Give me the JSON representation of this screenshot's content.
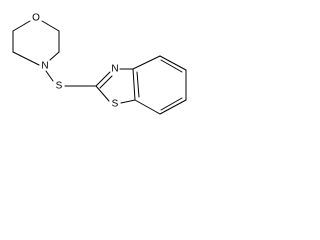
{
  "structure": {
    "atoms": {
      "morpholine_oxygen": "O",
      "morpholine_nitrogen": "N",
      "bridging_sulfur": "S",
      "thiazole_nitrogen": "N",
      "thiazole_sulfur": "S"
    }
  },
  "colors": {
    "bond": "#000000",
    "text": "#000000",
    "background": "#ffffff"
  }
}
